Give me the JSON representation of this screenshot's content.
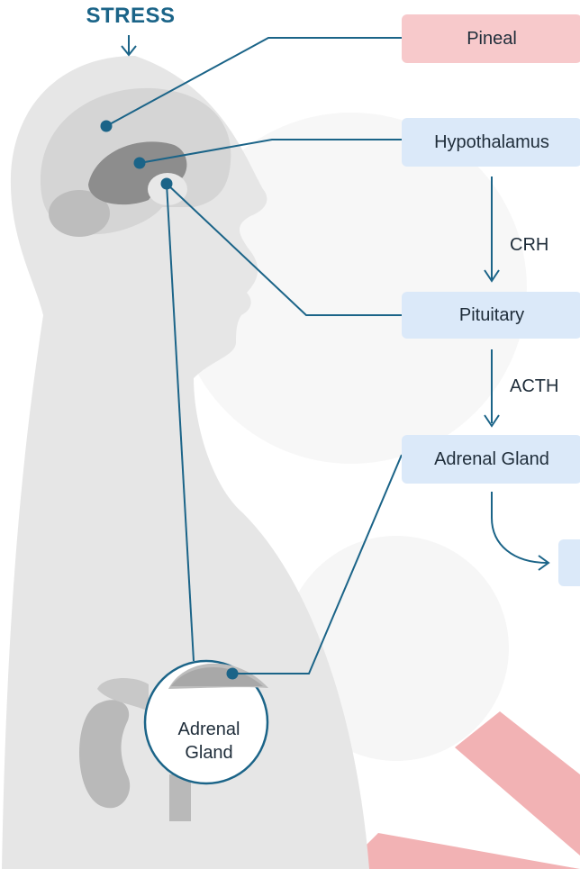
{
  "title": "STRESS",
  "structures": {
    "pineal": "Pineal",
    "hypothalamus": "Hypothalamus",
    "pituitary": "Pituitary",
    "adrenal_gland": "Adrenal Gland"
  },
  "hormones": {
    "crh": "CRH",
    "acth": "ACTH"
  },
  "inset_label": "Adrenal\nGland",
  "colors": {
    "accent": "#1b6488",
    "box_blue": "#dbe9f9",
    "box_pink": "#f7c9cb",
    "silhouette": "#e6e6e6",
    "brain_dark": "#8d8d8d",
    "watermark": "#f2b2b4"
  }
}
